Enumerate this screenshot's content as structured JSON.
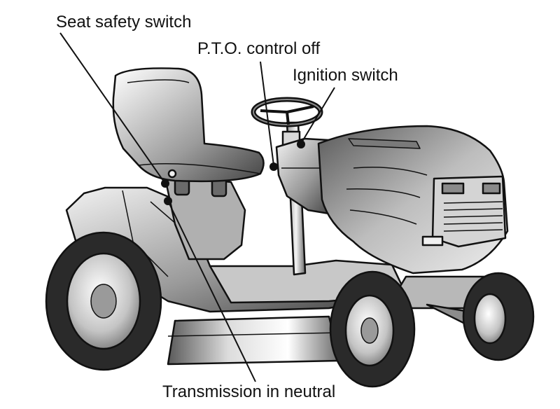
{
  "labels": {
    "seat_safety_switch": "Seat safety switch",
    "pto_control_off": "P.T.O. control off",
    "ignition_switch": "Ignition switch",
    "transmission_in_neutral": "Transmission in neutral"
  },
  "colors": {
    "outline": "#111111",
    "body_light": "#e6e6e6",
    "body_mid": "#a8a8a8",
    "body_dark": "#4a4a4a",
    "tire": "#2a2a2a",
    "background": "#ffffff"
  }
}
